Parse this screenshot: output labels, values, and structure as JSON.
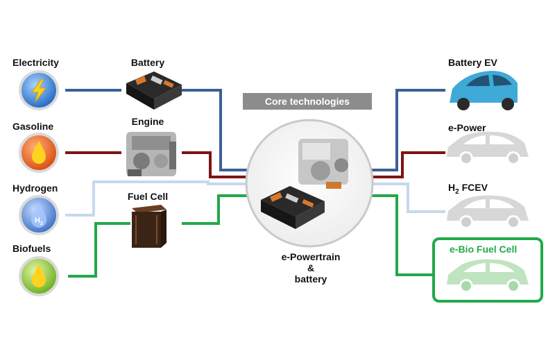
{
  "sources": [
    {
      "label": "Electricity",
      "color": "#2d7fd6"
    },
    {
      "label": "Gasoline",
      "color": "#e8641e"
    },
    {
      "label": "Hydrogen",
      "color": "#5a8ed8",
      "icon_text": "H2"
    },
    {
      "label": "Biofuels",
      "color": "#8cc53a"
    }
  ],
  "components": [
    {
      "label": "Battery"
    },
    {
      "label": "Engine"
    },
    {
      "label": "Fuel Cell"
    }
  ],
  "core": {
    "title": "Core technologies",
    "center_lines": [
      "e-Powertrain",
      "&",
      "battery"
    ]
  },
  "outputs": [
    {
      "label": "Battery EV",
      "car_color": "#3fa9d8"
    },
    {
      "label": "e-Power",
      "car_color": "#d7d7d7"
    },
    {
      "label": "FCEV",
      "prefix": "H",
      "prefix_sub": "2",
      "car_color": "#d7d7d7"
    },
    {
      "label": "e-Bio Fuel Cell",
      "car_color": "#bfe4bf",
      "highlight": "#22a84a"
    }
  ],
  "wire_colors": {
    "electricity": "#3a5f96",
    "gasoline": "#7d1414",
    "hydrogen": "#c5d9ee",
    "biofuels": "#22a84a"
  }
}
